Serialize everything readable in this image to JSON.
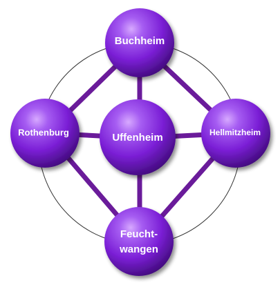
{
  "diagram": {
    "nodes": {
      "top": {
        "line1": "Buchheim",
        "line2": ""
      },
      "left": {
        "line1": "Rothenburg",
        "line2": ""
      },
      "center": {
        "line1": "Uffenheim",
        "line2": ""
      },
      "right": {
        "line1": "Hellmitzheim",
        "line2": ""
      },
      "bottom": {
        "line1": "Feucht-",
        "line2": "wangen"
      }
    },
    "colors": {
      "node_fill": "#7b1fd6",
      "node_highlight": "#c58cff",
      "node_shadow": "#3f0a78",
      "connector": "#6a1b9a",
      "ring": "#333333"
    }
  }
}
